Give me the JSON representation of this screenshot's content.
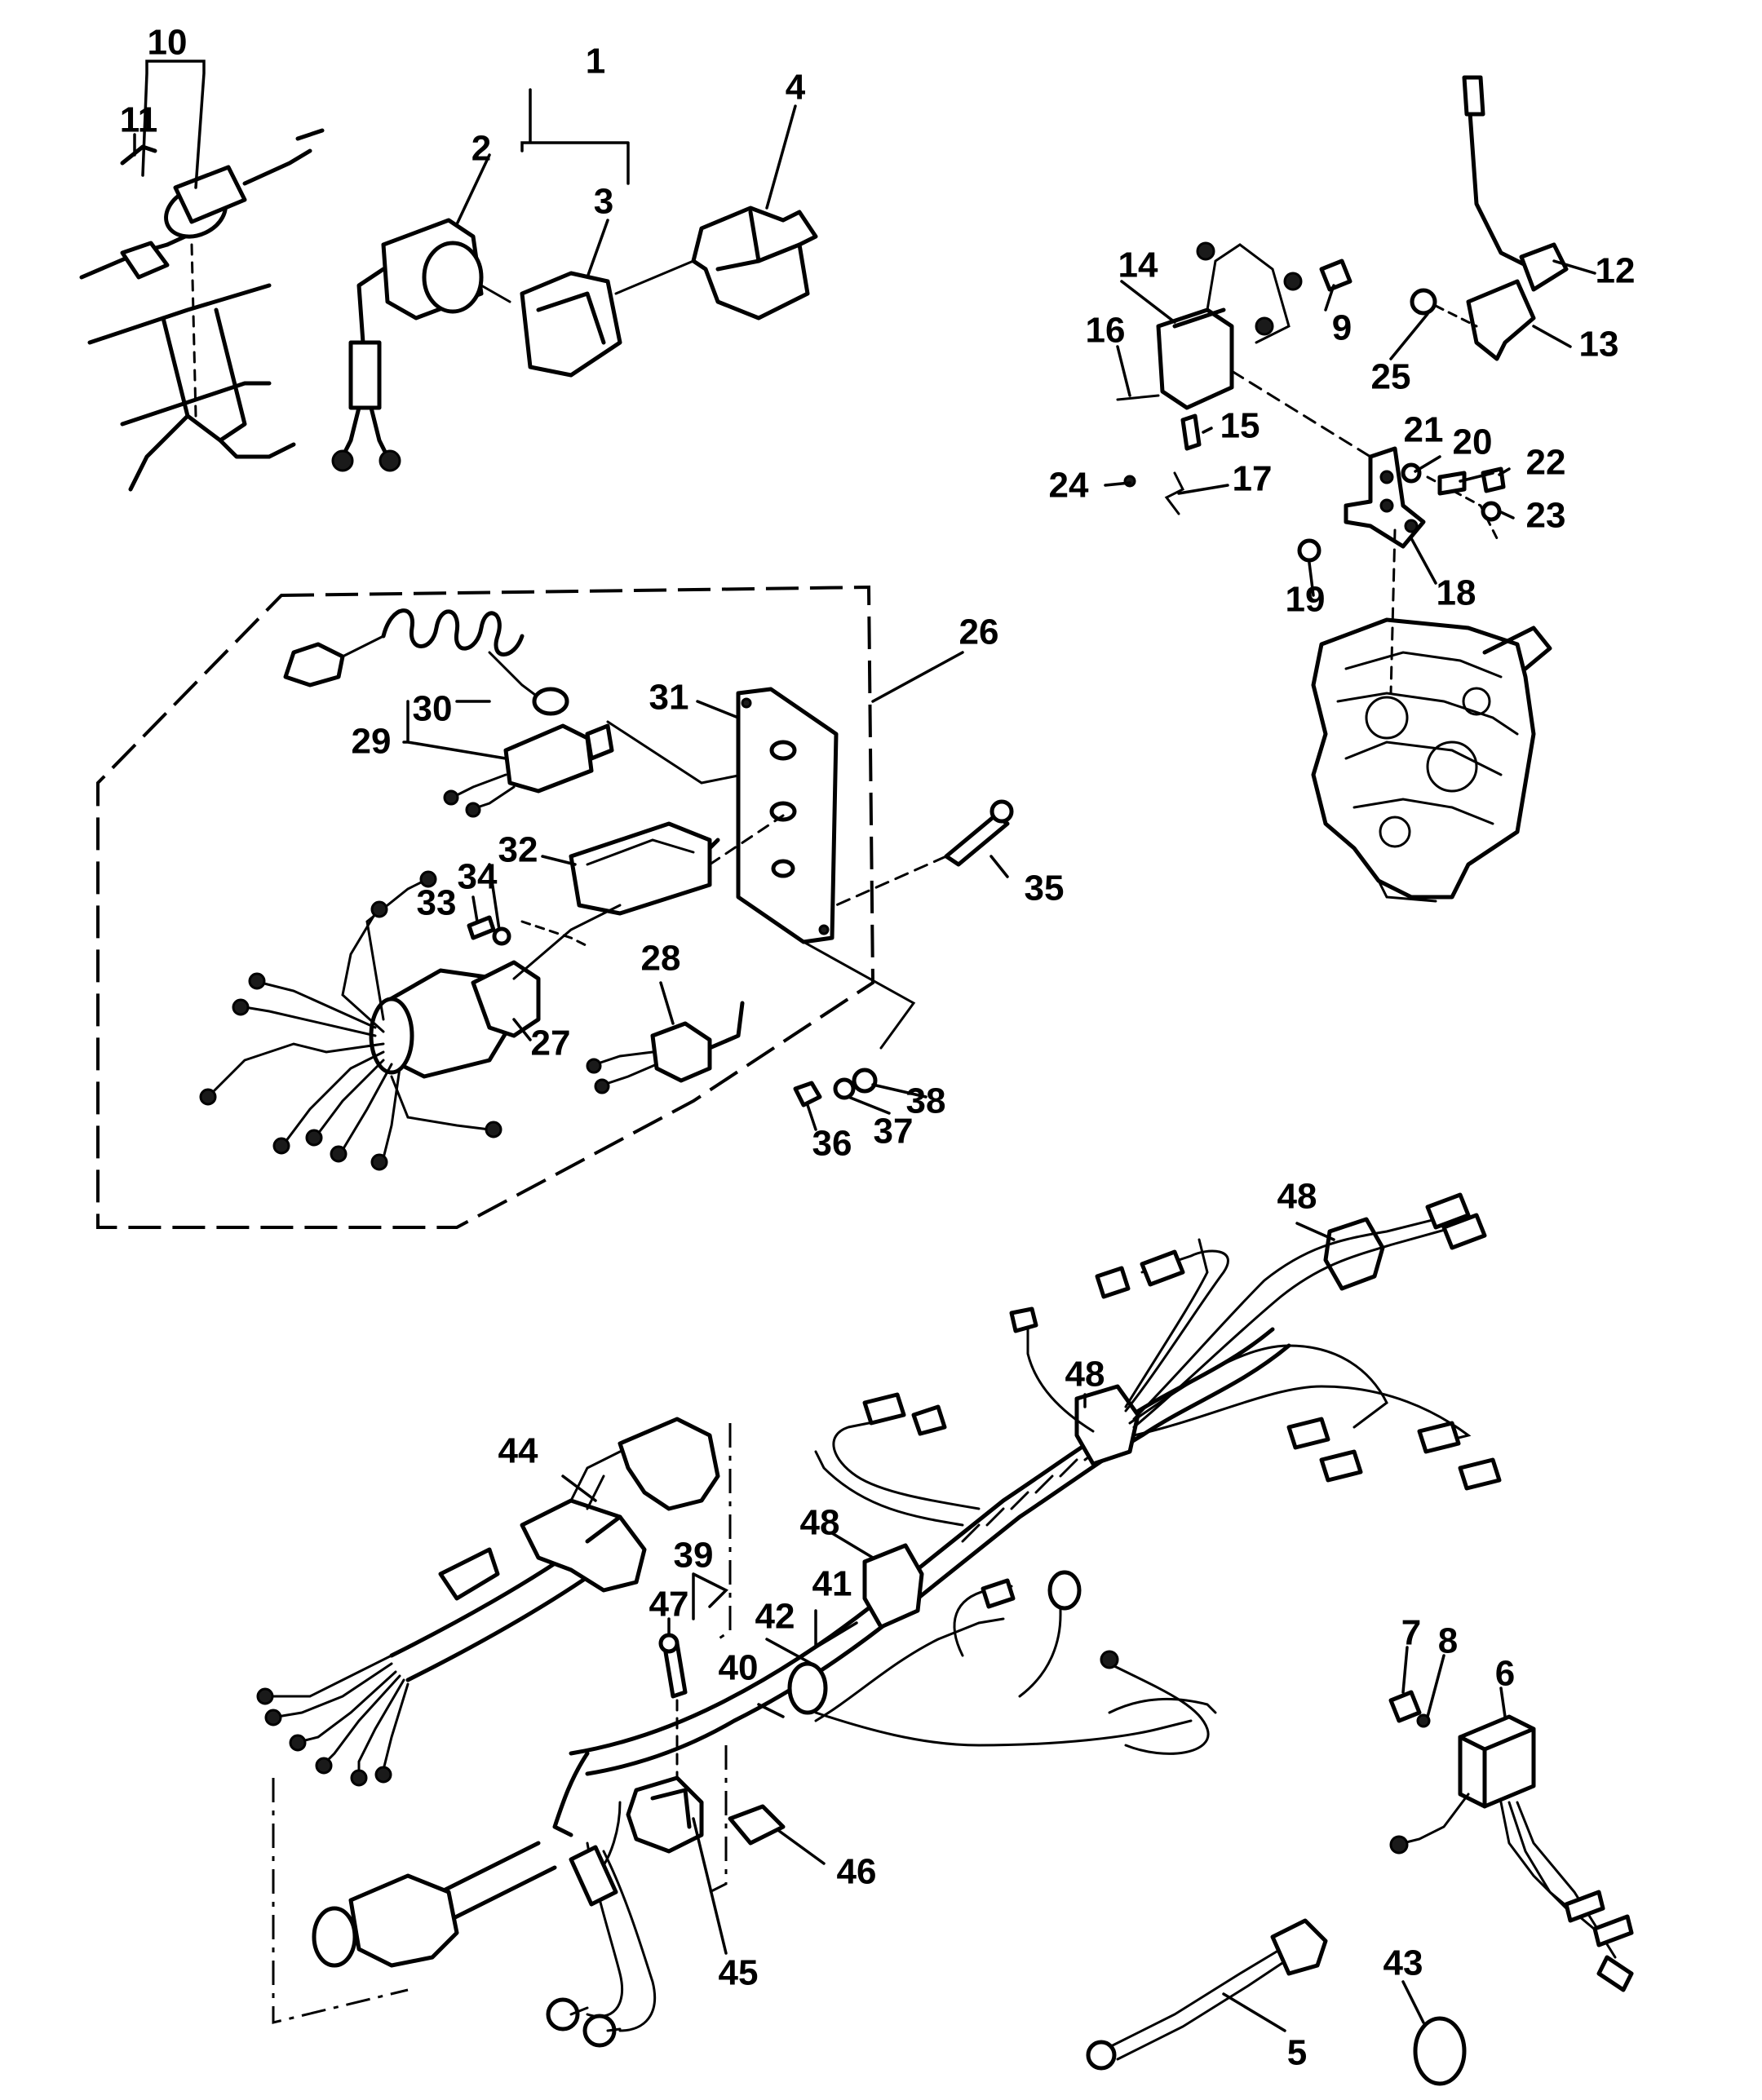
{
  "callouts": {
    "n1": "1",
    "n2": "2",
    "n3": "3",
    "n4": "4",
    "n5": "5",
    "n6": "6",
    "n7": "7",
    "n8": "8",
    "n9": "9",
    "n10": "10",
    "n11": "11",
    "n12": "12",
    "n13": "13",
    "n14": "14",
    "n15": "15",
    "n16": "16",
    "n17": "17",
    "n18": "18",
    "n19": "19",
    "n20": "20",
    "n21": "21",
    "n22": "22",
    "n23": "23",
    "n24": "24",
    "n25": "25",
    "n26": "26",
    "n27": "27",
    "n28": "28",
    "n29": "29",
    "n30": "30",
    "n31": "31",
    "n32": "32",
    "n33": "33",
    "n34": "34",
    "n35": "35",
    "n36": "36",
    "n37": "37",
    "n38": "38",
    "n39": "39",
    "n40": "40",
    "n41": "41",
    "n42": "42",
    "n43": "43",
    "n44": "44",
    "n45": "45",
    "n46": "46",
    "n47": "47",
    "n48a": "48",
    "n48b": "48",
    "n48c": "48"
  }
}
